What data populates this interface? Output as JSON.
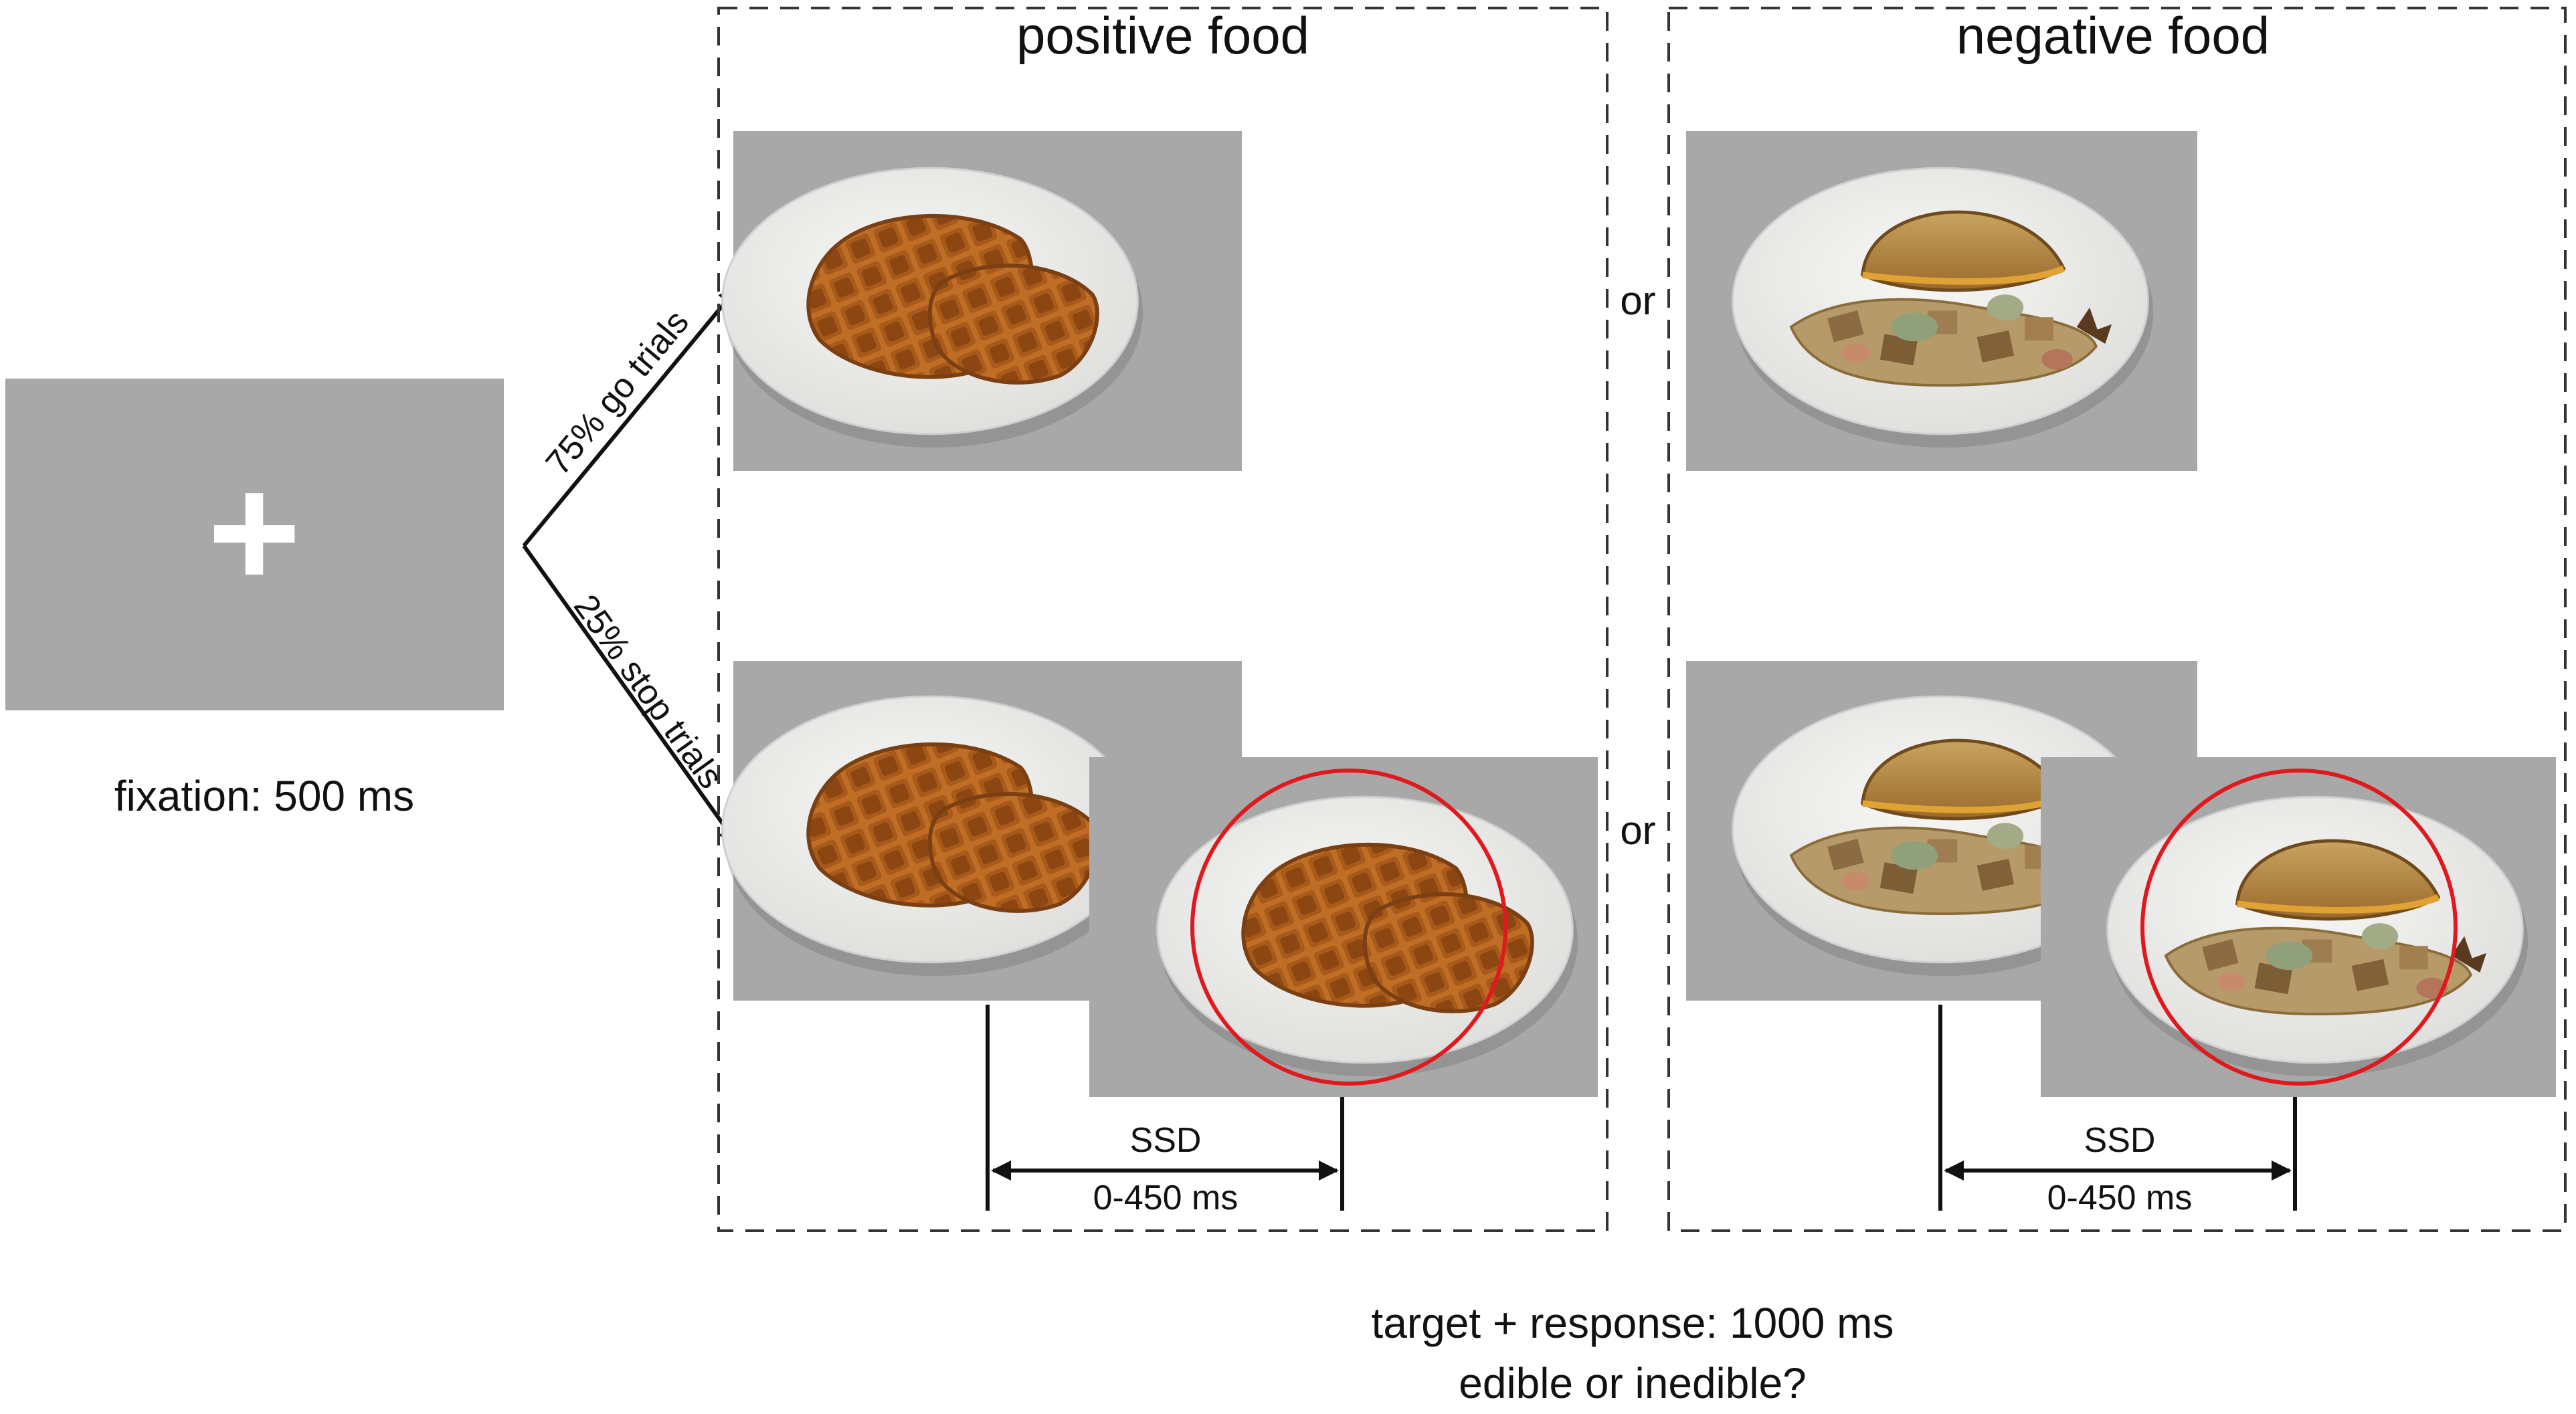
{
  "fixation": {
    "symbol": "+",
    "caption": "fixation: 500 ms"
  },
  "branches": {
    "go_label": "75% go trials",
    "stop_label": "25% stop trials"
  },
  "panels": {
    "positive": {
      "title": "positive food"
    },
    "negative": {
      "title": "negative food"
    },
    "separator_word": "or"
  },
  "ssd": {
    "label": "SSD",
    "range": "0-450 ms"
  },
  "footer": {
    "line1": "target + response: 1000 ms",
    "line2": "edible or inedible?"
  },
  "colors": {
    "screen_gray": "#a8a8a8",
    "plate": "#eeeeec",
    "waffle": "#b8641f",
    "waffle_grid": "#6e3a12",
    "spoiled_food": "#a6864e",
    "stop_circle": "#e0191f",
    "line": "#111111"
  },
  "icons": {
    "stop_signal": "red-circle-icon",
    "arrow": "arrow-icon"
  }
}
